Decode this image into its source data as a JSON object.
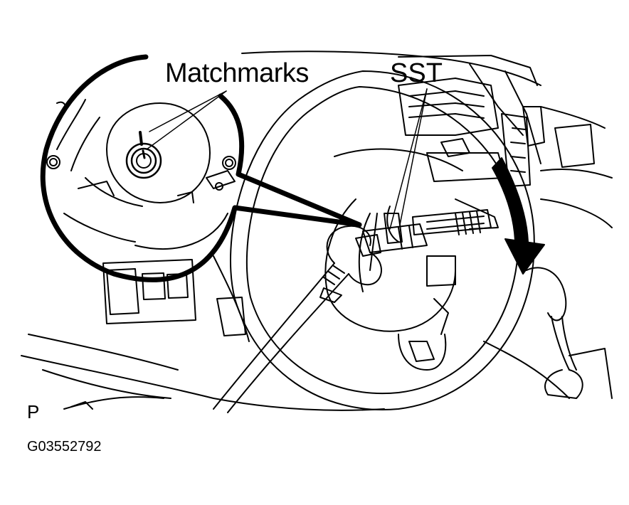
{
  "labels": {
    "matchmarks": "Matchmarks",
    "sst": "SST",
    "view_code": "P",
    "figure_id": "G03552792"
  },
  "colors": {
    "line": "#000000",
    "background": "#ffffff"
  },
  "icons": {
    "rotation_arrow": "curved-arrow-down-icon"
  }
}
